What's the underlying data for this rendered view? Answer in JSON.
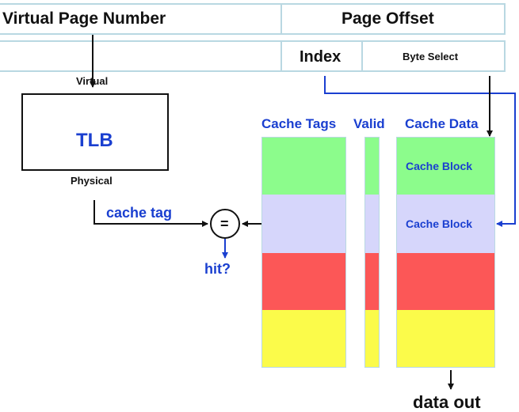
{
  "address_bar": {
    "virtual_page_number": "Virtual Page Number",
    "page_offset": "Page Offset",
    "index": "Index",
    "byte_select": "Byte Select"
  },
  "tlb": {
    "title": "TLB",
    "input_label": "Virtual",
    "output_label": "Physical"
  },
  "cache": {
    "tags_header": "Cache Tags",
    "valid_header": "Valid",
    "data_header": "Cache Data",
    "block_label_1": "Cache Block",
    "block_label_2": "Cache Block",
    "row_colors": [
      "#8cfc8c",
      "#d6d6fb",
      "#fc5757",
      "#fbfb4a"
    ]
  },
  "compare": {
    "symbol": "=",
    "tag_label": "cache tag",
    "result_label": "hit?"
  },
  "output": {
    "label": "data out"
  },
  "colors": {
    "accent_blue": "#1a3fd0",
    "border_light": "#b9d8e2"
  }
}
